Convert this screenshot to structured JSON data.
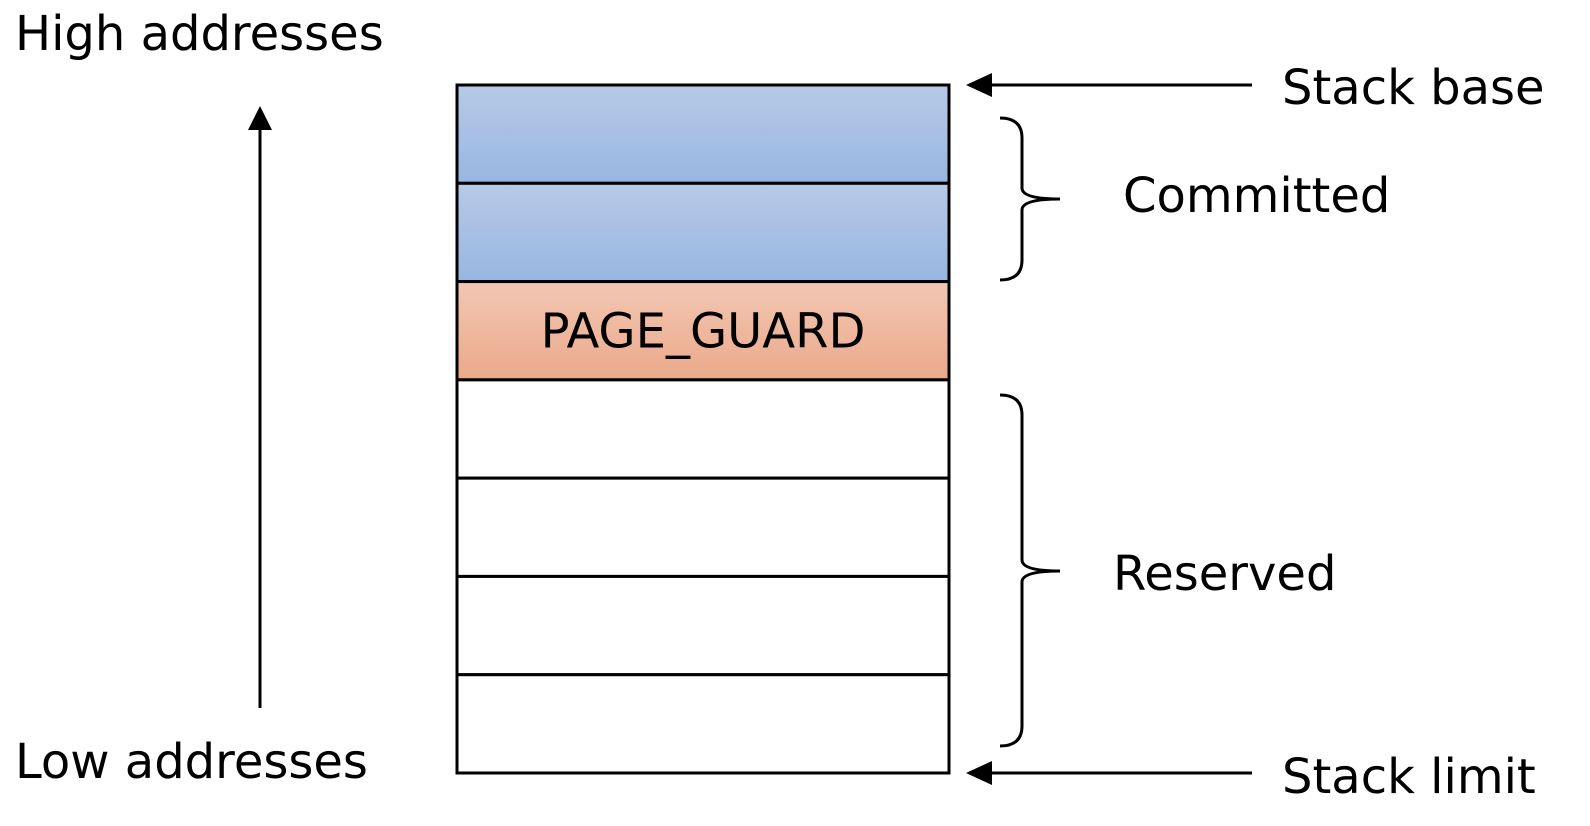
{
  "axis": {
    "high_label": "High addresses",
    "low_label": "Low addresses"
  },
  "pointers": {
    "base_label": "Stack base",
    "limit_label": "Stack limit"
  },
  "regions": {
    "committed_label": "Committed",
    "reserved_label": "Reserved"
  },
  "pages": [
    {
      "kind": "committed",
      "label": ""
    },
    {
      "kind": "committed",
      "label": ""
    },
    {
      "kind": "guard",
      "label": "PAGE_GUARD"
    },
    {
      "kind": "reserved",
      "label": ""
    },
    {
      "kind": "reserved",
      "label": ""
    },
    {
      "kind": "reserved",
      "label": ""
    },
    {
      "kind": "reserved",
      "label": ""
    }
  ],
  "colors": {
    "committed_top": "#b8c9e6",
    "committed_bottom": "#97b6e2",
    "guard_top": "#f2c7b3",
    "guard_bottom": "#eba98a",
    "reserved": "#ffffff",
    "stroke": "#000000"
  }
}
